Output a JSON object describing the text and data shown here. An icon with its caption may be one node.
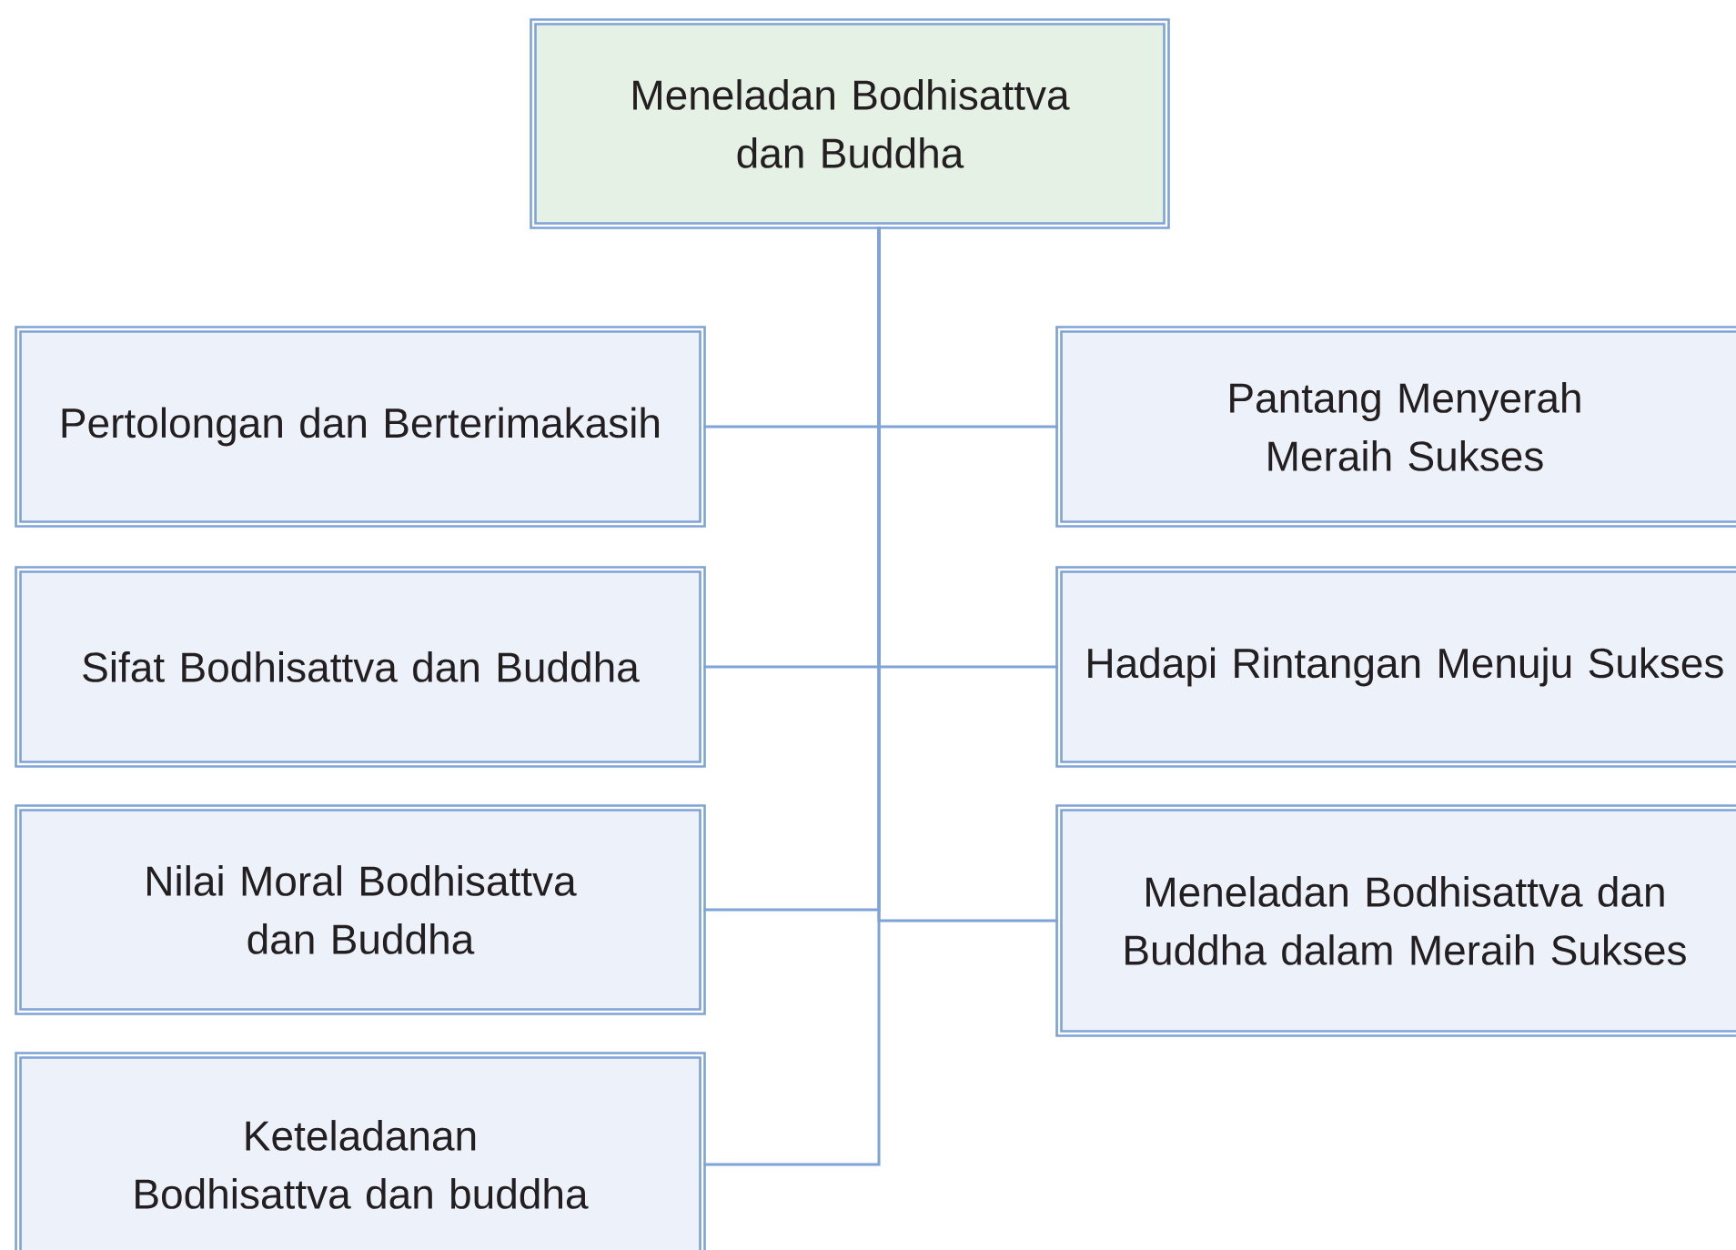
{
  "diagram": {
    "nodes": [
      {
        "text": [
          "Meneladan Bodhisattva dan Buddha"
        ]
      },
      {
        "text": [
          "Pertolongan dan Berterimakasih"
        ]
      },
      {
        "text": [
          "Pantang Menyerah Meraih Sukses"
        ]
      },
      {
        "text": [
          "Sifat Bodhisattva dan Buddha"
        ]
      },
      {
        "text": [
          "Hadapi Rintangan Menuju Sukses"
        ]
      },
      {
        "text": [
          "Nilai Moral Bodhisattva dan Buddha"
        ]
      },
      {
        "text": [
          "Meneladan Bodhisattva dan Buddha dalam Meraih Sukses"
        ]
      },
      {
        "text": [
          "Keteladanan Bodhisattva dan buddha"
        ]
      }
    ],
    "edges": [
      {
        "from": 0,
        "to": 1,
        "arrow": "none"
      },
      {
        "from": 0,
        "to": 2,
        "arrow": "none"
      },
      {
        "from": 0,
        "to": 3,
        "arrow": "none"
      },
      {
        "from": 0,
        "to": 4,
        "arrow": "none"
      },
      {
        "from": 0,
        "to": 5,
        "arrow": "none"
      },
      {
        "from": 0,
        "to": 6,
        "arrow": "none"
      },
      {
        "from": 0,
        "to": 7,
        "arrow": "none"
      }
    ]
  }
}
